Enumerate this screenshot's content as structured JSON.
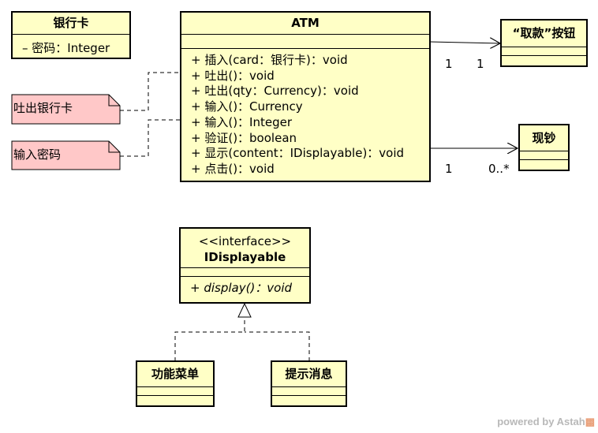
{
  "classes": {
    "bank_card": {
      "name": "银行卡",
      "attributes": [
        "– 密码：Integer"
      ]
    },
    "atm": {
      "name": "ATM",
      "operations": [
        "+ 插入(card：银行卡)：void",
        "+ 吐出()：void",
        "+ 吐出(qty：Currency)：void",
        "+ 输入()：Currency",
        "+ 输入()：Integer",
        "+ 验证()：boolean",
        "+ 显示(content：IDisplayable)：void",
        "+ 点击()：void"
      ]
    },
    "withdraw_button": {
      "name": "“取款”按钮"
    },
    "cash": {
      "name": "现钞"
    },
    "idisplayable": {
      "stereotype": "<<interface>>",
      "name": "IDisplayable",
      "operations": [
        "+ display()：void"
      ]
    },
    "function_menu": {
      "name": "功能菜单"
    },
    "prompt_message": {
      "name": "提示消息"
    }
  },
  "notes": {
    "eject_card": "吐出银行卡",
    "enter_password": "输入密码"
  },
  "multiplicities": {
    "atm_button_atm_end": "1",
    "atm_button_button_end": "1",
    "atm_cash_atm_end": "1",
    "atm_cash_cash_end": "0..*"
  },
  "watermark": {
    "text": "powered by Astah"
  },
  "colors": {
    "class_fill": "#ffffc6",
    "note_fill": "#ffc8c8",
    "line": "#000000"
  }
}
